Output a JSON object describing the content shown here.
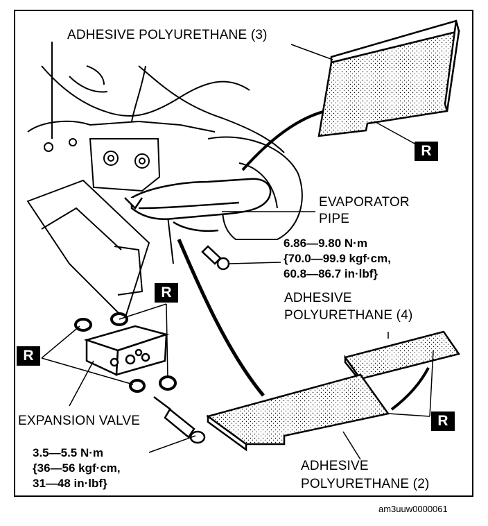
{
  "labels": {
    "pad3": "ADHESIVE POLYURETHANE (3)",
    "evap_line1": "EVAPORATOR",
    "evap_line2": "PIPE",
    "pad4_line1": "ADHESIVE",
    "pad4_line2": "POLYURETHANE (4)",
    "expansion_valve": "EXPANSION VALVE",
    "pad2_line1": "ADHESIVE",
    "pad2_line2": "POLYURETHANE (2)"
  },
  "torque_evaporator": {
    "line1": "6.86—9.80 N·m",
    "line2": "{70.0—99.9 kgf·cm,",
    "line3": "60.8—86.7 in·lbf}"
  },
  "torque_valve": {
    "line1": "3.5—5.5 N·m",
    "line2": "{36—56 kgf·cm,",
    "line3": "31—48 in·lbf}"
  },
  "replace_mark": "R",
  "figure_code": "am3uuw0000061"
}
